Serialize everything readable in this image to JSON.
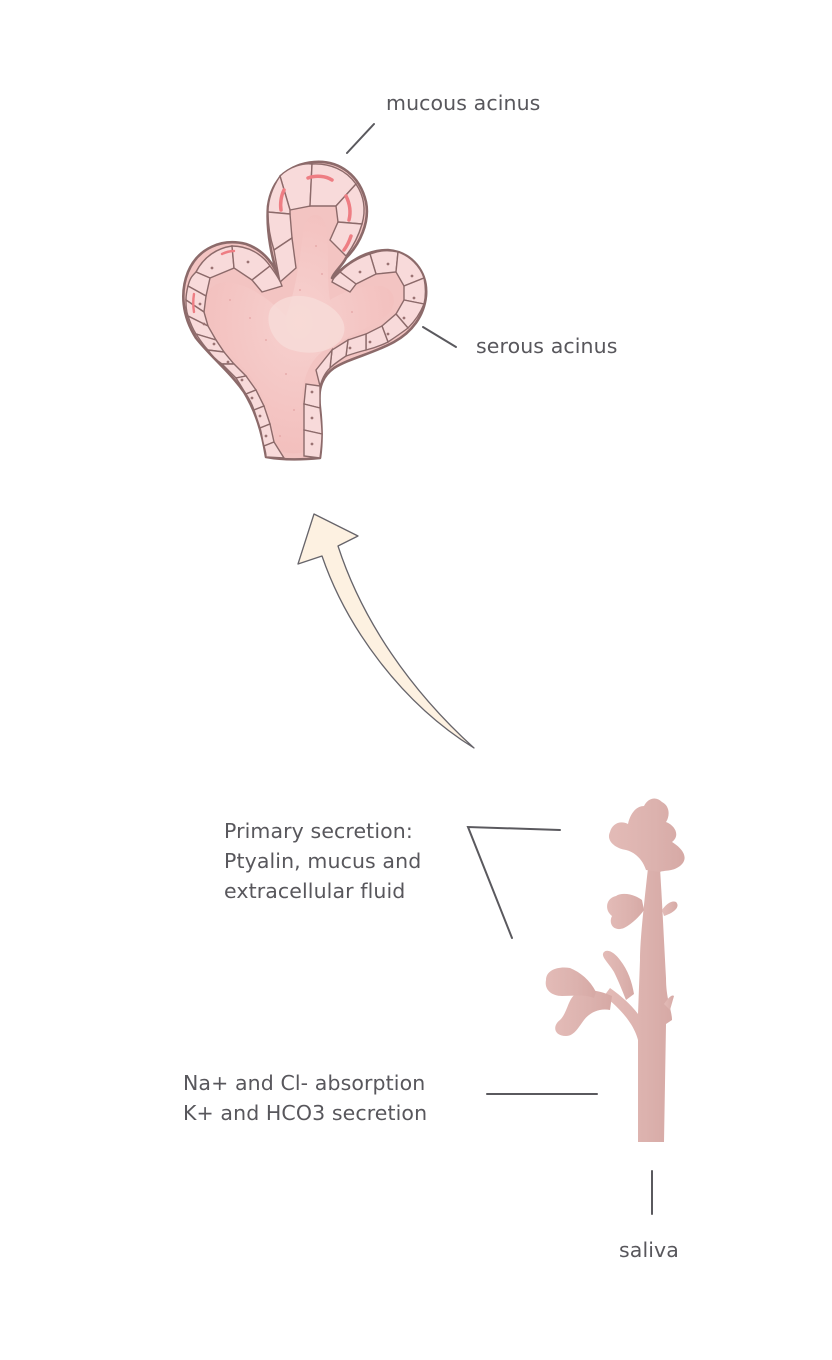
{
  "labels": {
    "mucous_acinus": "mucous acinus",
    "serous_acinus": "serous acinus",
    "primary_secretion": [
      "Primary secretion:",
      "Ptyalin, mucus and",
      "extracellular fluid"
    ],
    "duct_exchange": [
      "Na+ and Cl- absorption",
      "K+ and HCO3 secretion"
    ],
    "saliva": "saliva"
  },
  "colors": {
    "acinus_fill": "#f3c4c2",
    "acinus_outline": "#8c6a6a",
    "cell_fill": "#f8dada",
    "mucous_accent": "#ee7d83",
    "duct_fill": "#dfb6b2",
    "arrow_fill": "#fdf1e1",
    "leader_line": "#5a595e",
    "text": "#58575c"
  }
}
